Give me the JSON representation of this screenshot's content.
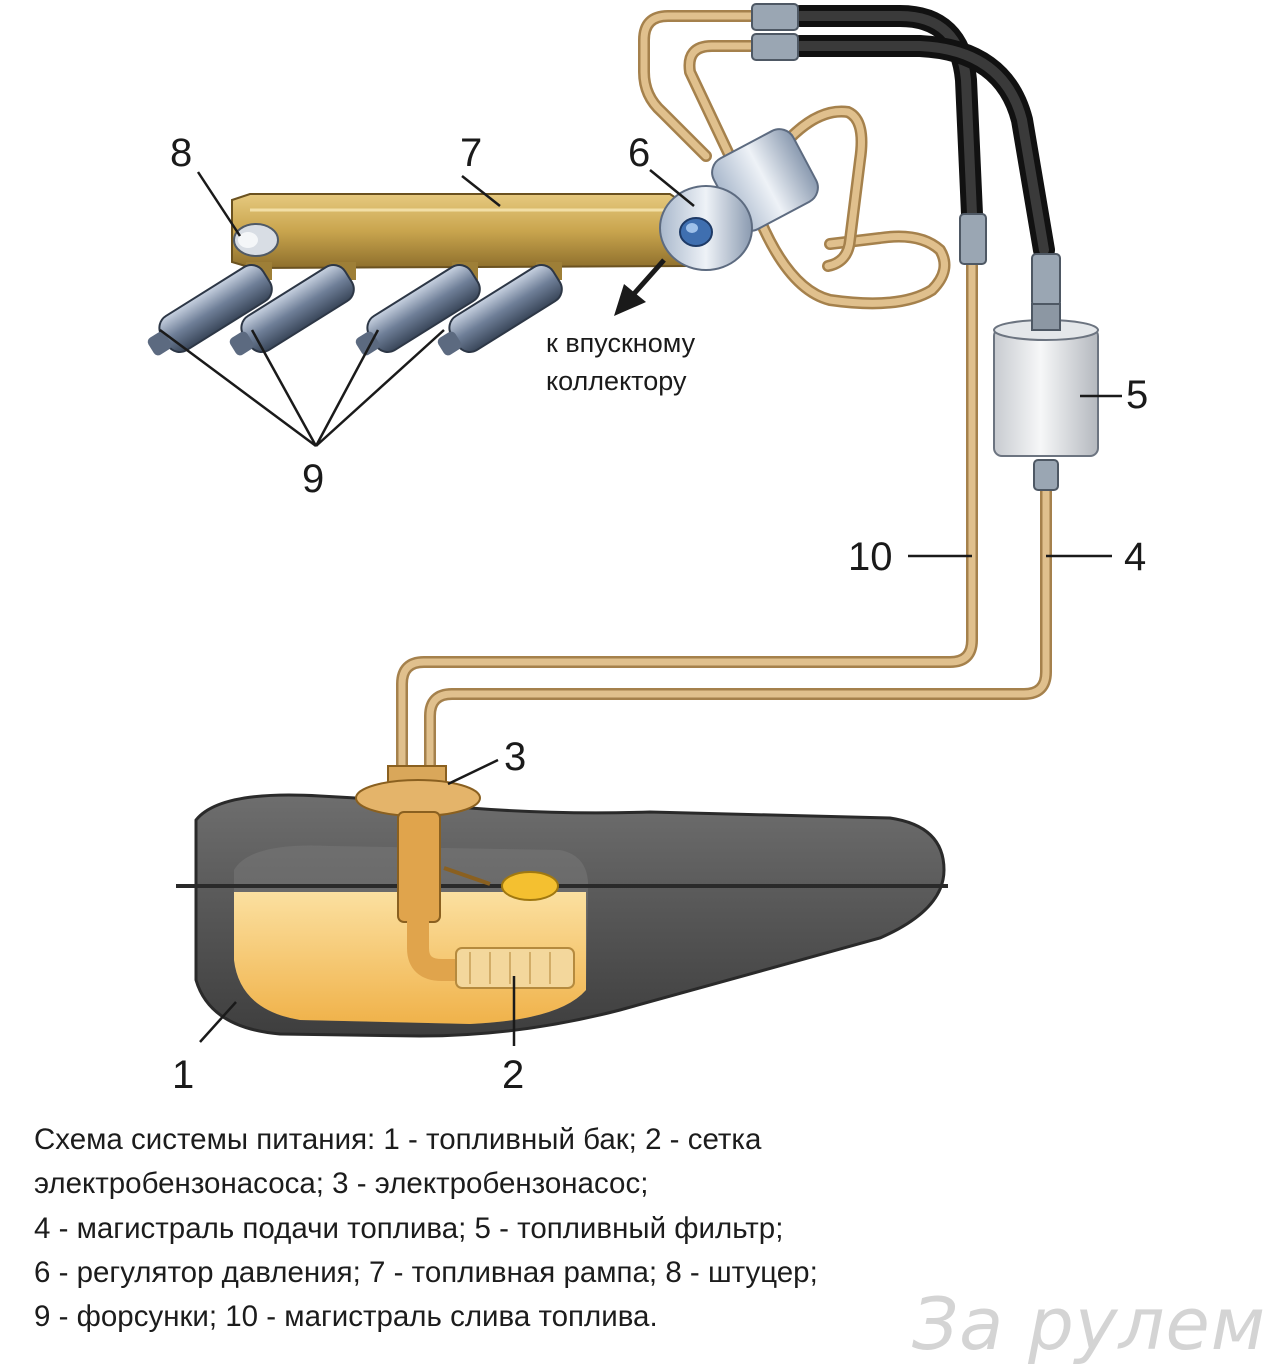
{
  "callouts": {
    "tank": "1",
    "pump_screen": "2",
    "fuel_pump": "3",
    "supply_line": "4",
    "fuel_filter": "5",
    "pressure_regulator": "6",
    "fuel_rail": "7",
    "fitting": "8",
    "injectors": "9",
    "return_line": "10"
  },
  "arrow_note": [
    "к впускному",
    "коллектору"
  ],
  "caption_lines": [
    "Схема системы питания: 1 - топливный бак; 2 - сетка",
    "электробензонасоса; 3 - электробензонасос;",
    "4 - магистраль подачи топлива; 5 - топливный фильтр;",
    "6 - регулятор давления; 7 - топливная рампа; 8 - штуцер;",
    "9 - форсунки; 10 - магистраль слива топлива."
  ],
  "watermark": "За рулем",
  "colors": {
    "tube": "#d9b27a",
    "hose": "#2b2b2b",
    "rail": "#c9a54e",
    "fuel": "#f5c46a",
    "tank_body": "#555555"
  }
}
